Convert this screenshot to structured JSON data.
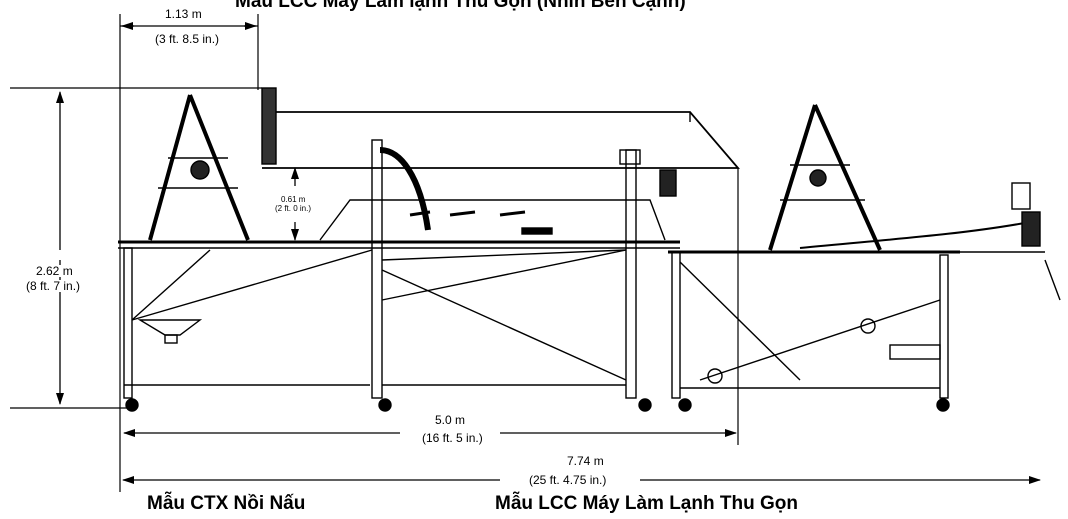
{
  "title_top": "Mẫu LCC Máy Làm lạnh Thu Gọn (Nhìn Bên Cạnh)",
  "dimensions": {
    "top_width": {
      "metric": "1.13 m",
      "imperial": "(3 ft. 8.5 in.)"
    },
    "height": {
      "metric": "2.62 m",
      "imperial": "(8 ft. 7 in.)"
    },
    "clearance": {
      "metric": "0.61 m",
      "imperial": "(2 ft. 0 in.)"
    },
    "cooker_length": {
      "metric": "5.0 m",
      "imperial": "(16 ft. 5 in.)"
    },
    "overall_length": {
      "metric": "7.74 m",
      "imperial": "(25 ft. 4.75 in.)"
    }
  },
  "labels": {
    "ctx": "Mẫu CTX Nồi Nấu",
    "lcc": "Mẫu LCC Máy Làm Lạnh Thu Gọn"
  }
}
